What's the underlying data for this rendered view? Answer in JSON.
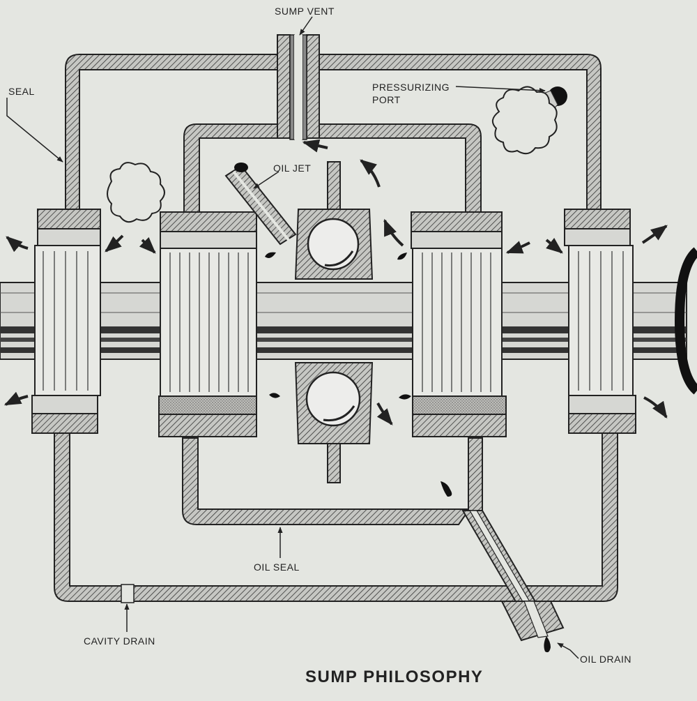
{
  "diagram": {
    "title": "SUMP PHILOSOPHY",
    "labels": {
      "sump_vent": "SUMP VENT",
      "seal_left": "SEAL",
      "pressurizing_port_line1": "PRESSURIZING",
      "pressurizing_port_line2": "PORT",
      "oil_jet": "OIL JET",
      "oil_seal": "OIL SEAL",
      "cavity_drain": "CAVITY DRAIN",
      "oil_drain": "OIL DRAIN"
    }
  },
  "colors": {
    "paper": "#e4e6e1",
    "ink": "#222222",
    "wall_fill": "#b9bab6",
    "shaft_dark": "#333333"
  }
}
